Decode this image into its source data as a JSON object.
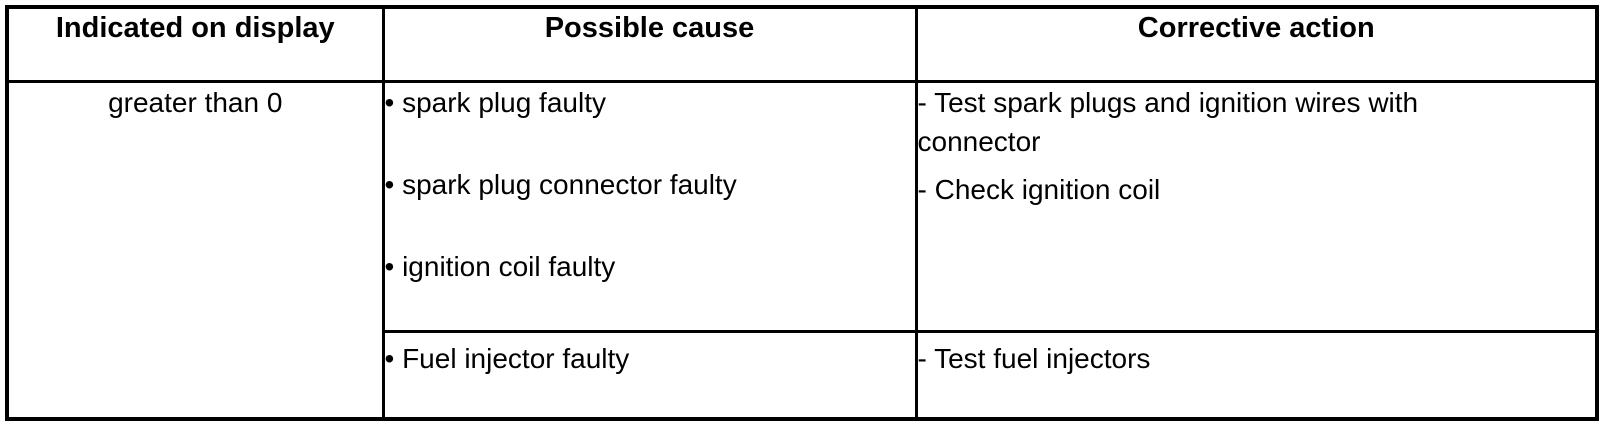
{
  "table": {
    "headers": [
      {
        "label": "Indicated on display"
      },
      {
        "label": "Possible cause"
      },
      {
        "label": "Corrective action"
      }
    ],
    "indicated_value": "greater than 0",
    "row1": {
      "causes": [
        "• spark plug faulty",
        "• spark plug connector faulty",
        "• ignition coil faulty"
      ],
      "actions": [
        "- Test spark plugs and ignition wires with connector",
        "- Check ignition coil"
      ]
    },
    "row2": {
      "causes": [
        "• Fuel injector faulty"
      ],
      "actions": [
        "- Test fuel injectors"
      ]
    }
  }
}
